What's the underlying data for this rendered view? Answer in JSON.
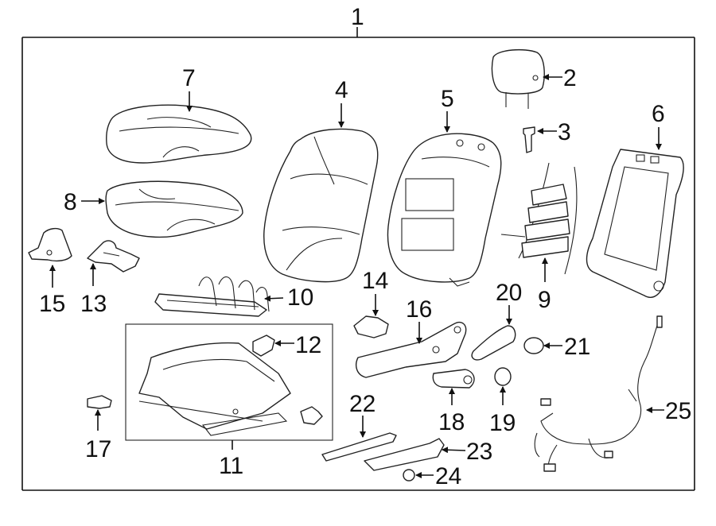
{
  "labels": {
    "l1": "1",
    "l2": "2",
    "l3": "3",
    "l4": "4",
    "l5": "5",
    "l6": "6",
    "l7": "7",
    "l8": "8",
    "l9": "9",
    "l10": "10",
    "l11": "11",
    "l12": "12",
    "l13": "13",
    "l14": "14",
    "l15": "15",
    "l16": "16",
    "l17": "17",
    "l18": "18",
    "l19": "19",
    "l20": "20",
    "l21": "21",
    "l22": "22",
    "l23": "23",
    "l24": "24",
    "l25": "25"
  },
  "colors": {
    "line": "#222222",
    "background": "#ffffff"
  }
}
